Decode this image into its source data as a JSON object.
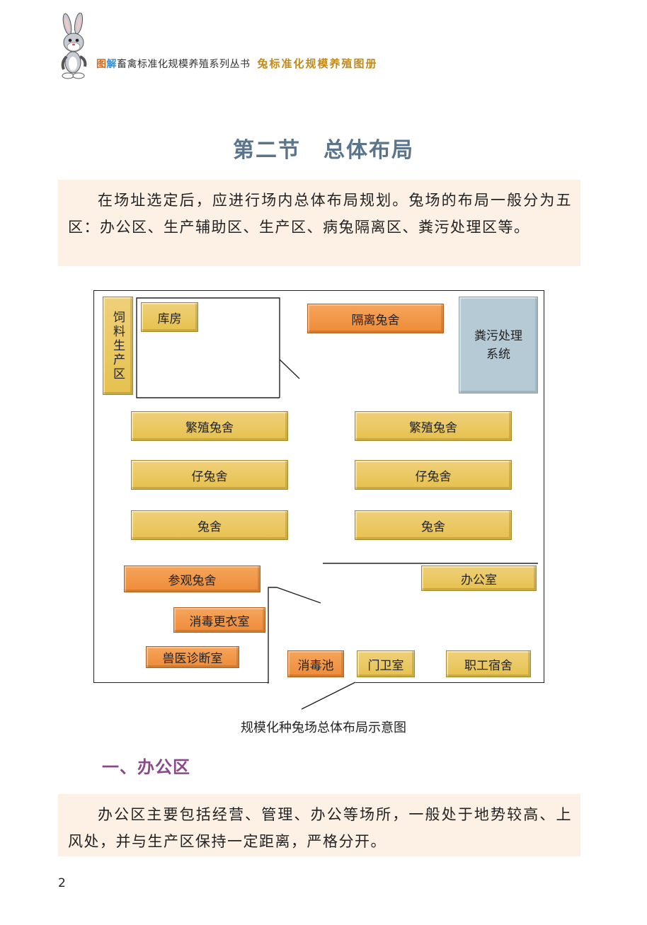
{
  "header": {
    "series_tu": "图",
    "series_jie": "解",
    "series_rest": "畜禽标准化规模养殖系列丛书",
    "book_title": "兔标准化规模养殖图册"
  },
  "section_title": "第二节　总体布局",
  "intro_paragraph": "在场址选定后，应进行场内总体布局规划。兔场的布局一般分为五区：办公区、生产辅助区、生产区、病兔隔离区、粪污处理区等。",
  "diagram": {
    "feed_area": "饲料生产区",
    "warehouse": "库房",
    "isolation_house": "隔离兔舍",
    "manure_system": "粪污处理系统",
    "breeding_left": "繁殖兔舍",
    "breeding_right": "繁殖兔舍",
    "young_left": "仔兔舍",
    "young_right": "仔兔舍",
    "rabbit_left": "兔舍",
    "rabbit_right": "兔舍",
    "visit_house": "参观兔舍",
    "office": "办公室",
    "changing_room": "消毒更衣室",
    "vet_room": "兽医诊断室",
    "disinfect_pool": "消毒池",
    "guard_room": "门卫室",
    "staff_dorm": "职工宿舍",
    "colors": {
      "yellow": "#e6c14e",
      "orange": "#ee8b38",
      "blue": "#b6cad6"
    }
  },
  "caption": "规模化种兔场总体布局示意图",
  "subheading": "一、办公区",
  "office_paragraph": "办公区主要包括经营、管理、办公等场所，一般处于地势较高、上风处，并与生产区保持一定距离，严格分开。",
  "page_number": "2"
}
